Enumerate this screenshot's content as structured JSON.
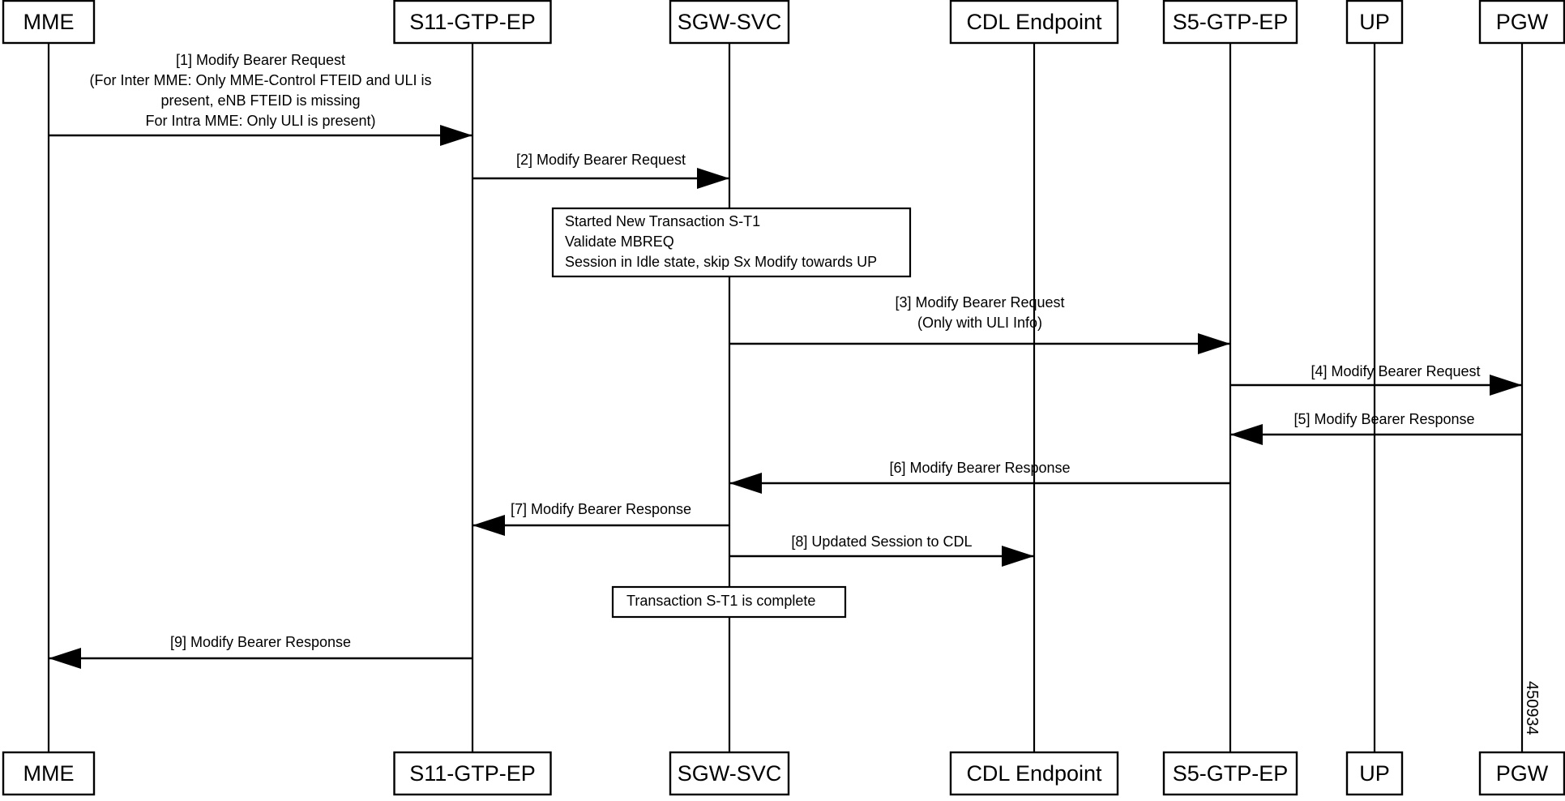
{
  "actors": [
    {
      "id": "mme",
      "label": "MME"
    },
    {
      "id": "s11",
      "label": "S11-GTP-EP"
    },
    {
      "id": "sgw",
      "label": "SGW-SVC"
    },
    {
      "id": "cdl",
      "label": "CDL Endpoint"
    },
    {
      "id": "s5",
      "label": "S5-GTP-EP"
    },
    {
      "id": "up",
      "label": "UP"
    },
    {
      "id": "pgw",
      "label": "PGW"
    }
  ],
  "messages": [
    {
      "from": "mme",
      "to": "s11",
      "lines": [
        "[1] Modify Bearer Request",
        "(For Inter MME: Only MME-Control FTEID and ULI is",
        "present, eNB FTEID is missing",
        "For Intra MME: Only ULI is present)"
      ]
    },
    {
      "from": "s11",
      "to": "sgw",
      "lines": [
        "[2] Modify Bearer Request"
      ]
    },
    {
      "from": "sgw",
      "to": "s5",
      "lines": [
        "[3] Modify Bearer Request",
        "(Only with ULI Info)"
      ]
    },
    {
      "from": "s5",
      "to": "pgw",
      "lines": [
        "[4] Modify Bearer Request"
      ]
    },
    {
      "from": "pgw",
      "to": "s5",
      "lines": [
        "[5] Modify Bearer Response"
      ]
    },
    {
      "from": "s5",
      "to": "sgw",
      "lines": [
        "[6] Modify Bearer Response"
      ]
    },
    {
      "from": "sgw",
      "to": "s11",
      "lines": [
        "[7] Modify Bearer Response"
      ]
    },
    {
      "from": "sgw",
      "to": "cdl",
      "lines": [
        "[8] Updated Session to CDL"
      ]
    },
    {
      "from": "s11",
      "to": "mme",
      "lines": [
        "[9] Modify Bearer Response"
      ]
    }
  ],
  "notes": [
    {
      "on": "sgw",
      "lines": [
        "Started New Transaction S-T1",
        "Validate MBREQ",
        "Session in Idle state, skip Sx Modify towards UP"
      ]
    },
    {
      "on": "sgw",
      "lines": [
        "Transaction S-T1 is complete"
      ]
    }
  ],
  "figure_id": "450934"
}
